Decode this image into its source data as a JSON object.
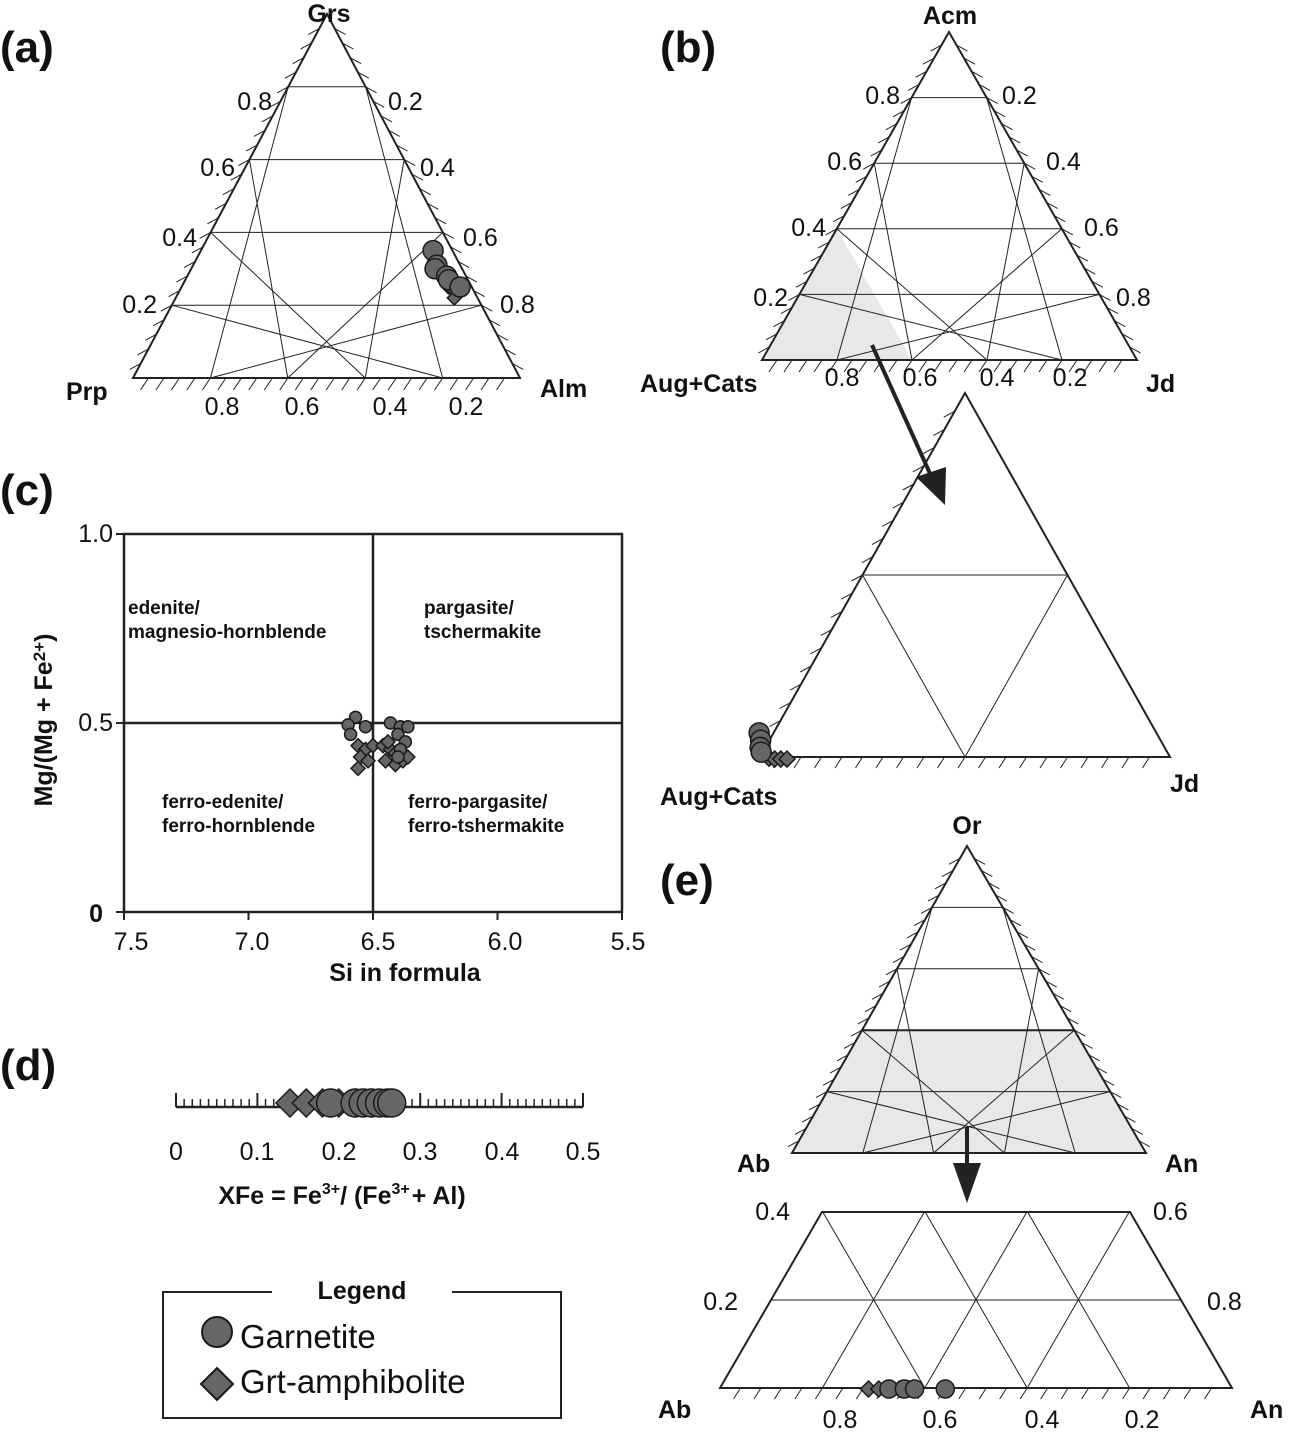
{
  "figure": {
    "labels": {
      "a": "(a)",
      "b": "(b)",
      "c": "(c)",
      "d": "(d)",
      "e": "(e)"
    }
  },
  "colors": {
    "marker_fill": "#666666",
    "marker_stroke": "#1a1a1a",
    "shade": "#e8e8e8",
    "line": "#222222"
  },
  "chart_data": [
    {
      "panel": "a",
      "type": "scatter",
      "kind": "ternary",
      "vertices": {
        "top": "Grs",
        "left": "Prp",
        "right": "Alm"
      },
      "left_side_ticks": [
        "0.8",
        "0.6",
        "0.4",
        "0.2"
      ],
      "right_side_ticks": [
        "0.2",
        "0.4",
        "0.6",
        "0.8"
      ],
      "bottom_ticks": [
        "0.8",
        "0.6",
        "0.4",
        "0.2"
      ],
      "series": [
        {
          "name": "Garnetite",
          "marker": "circle",
          "points": [
            {
              "Grs": 0.35,
              "Prp": 0.05,
              "Alm": 0.6
            },
            {
              "Grs": 0.31,
              "Prp": 0.06,
              "Alm": 0.63
            },
            {
              "Grs": 0.3,
              "Prp": 0.07,
              "Alm": 0.63
            },
            {
              "Grs": 0.28,
              "Prp": 0.05,
              "Alm": 0.67
            },
            {
              "Grs": 0.27,
              "Prp": 0.05,
              "Alm": 0.68
            },
            {
              "Grs": 0.25,
              "Prp": 0.03,
              "Alm": 0.72
            }
          ]
        },
        {
          "name": "Grt-amphibolite",
          "marker": "diamond",
          "points": [
            {
              "Grs": 0.27,
              "Prp": 0.06,
              "Alm": 0.67
            },
            {
              "Grs": 0.25,
              "Prp": 0.06,
              "Alm": 0.69
            },
            {
              "Grs": 0.24,
              "Prp": 0.05,
              "Alm": 0.71
            },
            {
              "Grs": 0.22,
              "Prp": 0.06,
              "Alm": 0.72
            }
          ]
        }
      ]
    },
    {
      "panel": "b",
      "type": "scatter",
      "kind": "ternary",
      "vertices": {
        "top": "Acm",
        "left": "Aug+Cats",
        "right": "Jd"
      },
      "left_side_ticks": [
        "0.8",
        "0.6",
        "0.4",
        "0.2"
      ],
      "right_side_ticks": [
        "0.2",
        "0.4",
        "0.6",
        "0.8"
      ],
      "bottom_ticks": [
        "0.8",
        "0.6",
        "0.4",
        "0.2"
      ],
      "zoom_vertices": {
        "left": "Aug+Cats",
        "right": "Jd"
      },
      "zoom_range": {
        "Acm": [
          0,
          0.4
        ],
        "Jd": [
          0,
          0.4
        ]
      },
      "series": [
        {
          "name": "Garnetite",
          "marker": "circle",
          "points": [
            {
              "Acm": 0.01,
              "Jd": 0.0
            },
            {
              "Acm": 0.007,
              "Jd": 0.003
            },
            {
              "Acm": 0.004,
              "Jd": 0.004
            },
            {
              "Acm": 0.002,
              "Jd": 0.006
            }
          ]
        },
        {
          "name": "Grt-amphibolite",
          "marker": "diamond",
          "points": [
            {
              "Acm": 0.002,
              "Jd": 0.0
            },
            {
              "Acm": 0.001,
              "Jd": 0.006
            },
            {
              "Acm": 0.001,
              "Jd": 0.012
            },
            {
              "Acm": 0.001,
              "Jd": 0.018
            }
          ]
        }
      ]
    },
    {
      "panel": "c",
      "type": "scatter",
      "xlabel": "Si in formula",
      "ylabel": "Mg/(Mg + Fe",
      "ylabel_sup": "2+",
      "ylabel_close": ")",
      "xlim": [
        7.5,
        5.5
      ],
      "ylim": [
        0,
        1
      ],
      "x_ticks": [
        "7.5",
        "7.0",
        "6.5",
        "6.0",
        "5.5"
      ],
      "y_ticks": [
        "0",
        "0.5",
        "1.0"
      ],
      "dividers": {
        "x": 6.5,
        "y": 0.5
      },
      "regions": [
        {
          "line1": "edenite/",
          "line2": "magnesio-hornblende"
        },
        {
          "line1": "pargasite/",
          "line2": "tschermakite"
        },
        {
          "line1": "ferro-edenite/",
          "line2": "ferro-hornblende"
        },
        {
          "line1": "ferro-pargasite/",
          "line2": "ferro-tshermakite"
        }
      ],
      "series": [
        {
          "name": "Garnetite",
          "marker": "circle",
          "points": [
            {
              "x": 6.57,
              "y": 0.515
            },
            {
              "x": 6.53,
              "y": 0.49
            },
            {
              "x": 6.6,
              "y": 0.495
            },
            {
              "x": 6.59,
              "y": 0.47
            },
            {
              "x": 6.43,
              "y": 0.5
            },
            {
              "x": 6.39,
              "y": 0.49
            },
            {
              "x": 6.36,
              "y": 0.49
            },
            {
              "x": 6.4,
              "y": 0.47
            },
            {
              "x": 6.37,
              "y": 0.45
            },
            {
              "x": 6.39,
              "y": 0.43
            },
            {
              "x": 6.4,
              "y": 0.41
            }
          ]
        },
        {
          "name": "Grt-amphibolite",
          "marker": "diamond",
          "points": [
            {
              "x": 6.56,
              "y": 0.44
            },
            {
              "x": 6.53,
              "y": 0.43
            },
            {
              "x": 6.5,
              "y": 0.44
            },
            {
              "x": 6.55,
              "y": 0.41
            },
            {
              "x": 6.52,
              "y": 0.4
            },
            {
              "x": 6.56,
              "y": 0.38
            },
            {
              "x": 6.46,
              "y": 0.44
            },
            {
              "x": 6.43,
              "y": 0.43
            },
            {
              "x": 6.45,
              "y": 0.4
            },
            {
              "x": 6.41,
              "y": 0.39
            },
            {
              "x": 6.38,
              "y": 0.4
            },
            {
              "x": 6.36,
              "y": 0.41
            },
            {
              "x": 6.44,
              "y": 0.45
            },
            {
              "x": 6.41,
              "y": 0.42
            }
          ]
        }
      ]
    },
    {
      "panel": "d",
      "type": "scatter",
      "kind": "strip",
      "xlabel": "XFe = Fe",
      "xlabel_sup1": "3+",
      "xlabel_mid": "/ (Fe",
      "xlabel_sup2": "3+",
      "xlabel_end": "+ Al)",
      "xlim": [
        0,
        0.5
      ],
      "x_ticks": [
        "0",
        "0.1",
        "0.2",
        "0.3",
        "0.4",
        "0.5"
      ],
      "series": [
        {
          "name": "Garnetite",
          "marker": "circle",
          "values": [
            0.19,
            0.22,
            0.23,
            0.24,
            0.25,
            0.26,
            0.265
          ]
        },
        {
          "name": "Grt-amphibolite",
          "marker": "diamond",
          "values": [
            0.14,
            0.16,
            0.18,
            0.2,
            0.22,
            0.24
          ]
        }
      ]
    },
    {
      "panel": "e",
      "type": "scatter",
      "kind": "ternary",
      "vertices": {
        "top": "Or",
        "left": "Ab",
        "right": "An"
      },
      "zoom_vertices": {
        "left": "Ab",
        "right": "An"
      },
      "zoom_left_ticks": [
        "0.4",
        "0.2"
      ],
      "zoom_right_ticks": [
        "0.6",
        "0.8"
      ],
      "zoom_bottom_ticks": [
        "0.8",
        "0.6",
        "0.4",
        "0.2"
      ],
      "series": [
        {
          "name": "Garnetite",
          "marker": "circle",
          "points": [
            {
              "Or": 0.0,
              "An": 0.33
            },
            {
              "Or": 0.0,
              "An": 0.36
            },
            {
              "Or": 0.0,
              "An": 0.38
            },
            {
              "Or": 0.0,
              "An": 0.44
            }
          ]
        },
        {
          "name": "Grt-amphibolite",
          "marker": "diamond",
          "points": [
            {
              "Or": 0.0,
              "An": 0.29
            },
            {
              "Or": 0.0,
              "An": 0.31
            },
            {
              "Or": 0.0,
              "An": 0.33
            },
            {
              "Or": 0.0,
              "An": 0.35
            },
            {
              "Or": 0.0,
              "An": 0.37
            }
          ]
        }
      ]
    }
  ],
  "legend": {
    "title": "Legend",
    "items": [
      {
        "label": "Garnetite",
        "marker": "circle"
      },
      {
        "label": "Grt-amphibolite",
        "marker": "diamond"
      }
    ]
  }
}
